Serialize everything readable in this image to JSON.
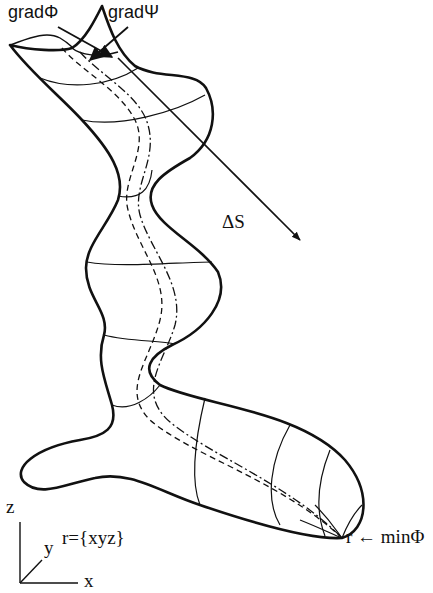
{
  "diagram": {
    "labels": [
      "gradΦ",
      "gradΨ",
      "ΔS",
      "r ← minΦ",
      "r={xyz}",
      "z",
      "y",
      "x"
    ]
  }
}
